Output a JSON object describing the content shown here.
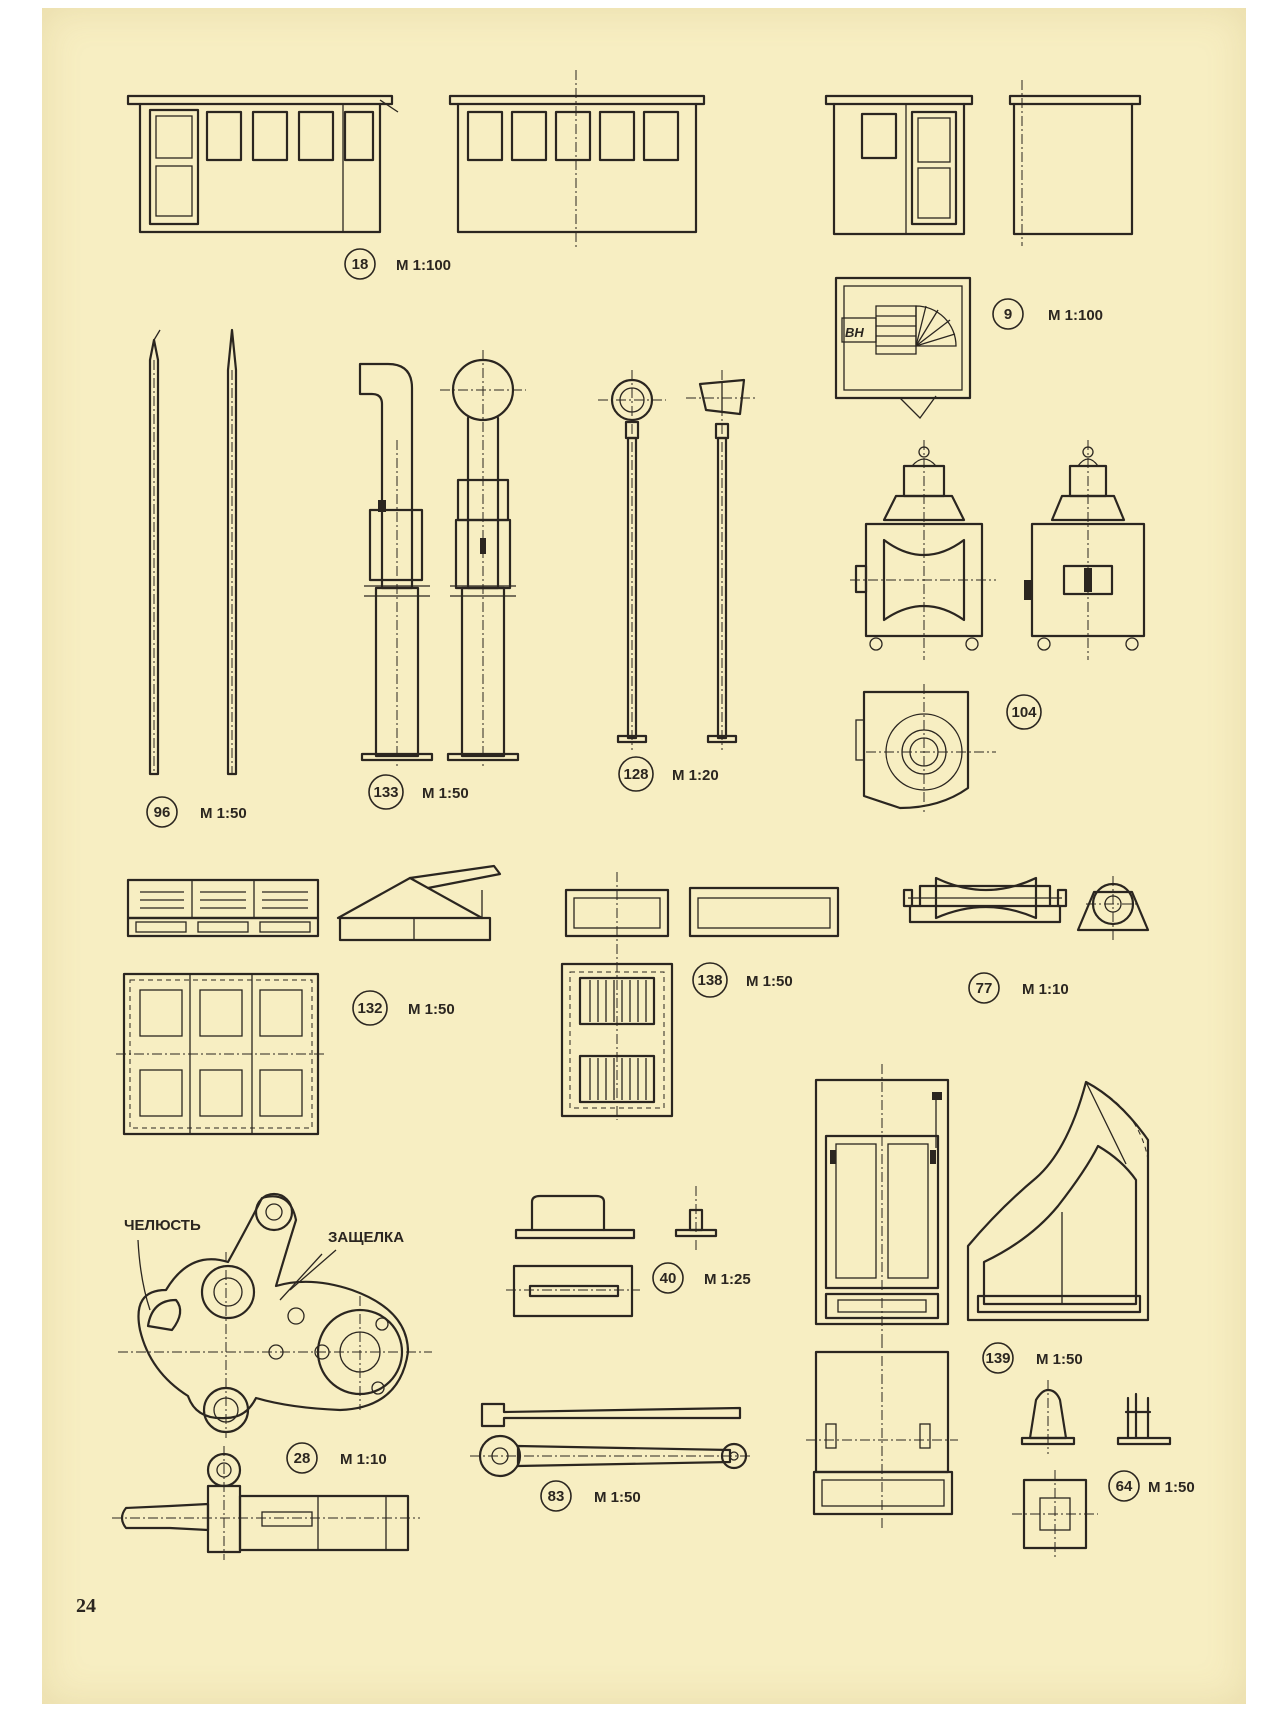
{
  "page_number": "24",
  "figures": [
    {
      "number": "18",
      "scale": "М 1:100"
    },
    {
      "number": "9",
      "scale": "М 1:100"
    },
    {
      "number": "96",
      "scale": "М 1:50"
    },
    {
      "number": "133",
      "scale": "М 1:50"
    },
    {
      "number": "128",
      "scale": "М 1:20"
    },
    {
      "number": "104",
      "scale": ""
    },
    {
      "number": "132",
      "scale": "М 1:50"
    },
    {
      "number": "138",
      "scale": "М 1:50"
    },
    {
      "number": "77",
      "scale": "М 1:10"
    },
    {
      "number": "28",
      "scale": "М 1:10"
    },
    {
      "number": "40",
      "scale": "М 1:25"
    },
    {
      "number": "139",
      "scale": "М 1:50"
    },
    {
      "number": "83",
      "scale": "М 1:50"
    },
    {
      "number": "64",
      "scale": "М 1:50"
    }
  ],
  "callouts": {
    "jaw": "ЧЕЛЮСТЬ",
    "latch": "ЗАЩЕЛКА",
    "stair_mark": "ВН"
  }
}
